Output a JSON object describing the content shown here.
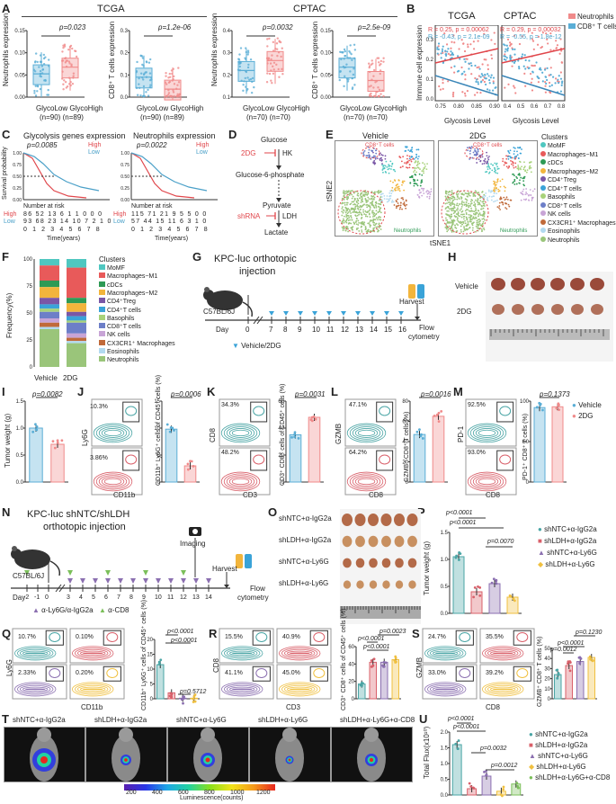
{
  "panels": {
    "A": "A",
    "B": "B",
    "C": "C",
    "D": "D",
    "E": "E",
    "F": "F",
    "G": "G",
    "H": "H",
    "I": "I",
    "J": "J",
    "K": "K",
    "L": "L",
    "M": "M",
    "N": "N",
    "O": "O",
    "P": "P",
    "Q": "Q",
    "R": "R",
    "S": "S",
    "T": "T",
    "U": "U"
  },
  "colors": {
    "glyco_low": "#5aaed6",
    "glyco_high": "#f08a8a",
    "vehicle": "#5aaed6",
    "tdg": "#f08a8a",
    "shNTC_IgG2a": "#4aa5a5",
    "shLDH_IgG2a": "#d9606a",
    "shNTC_Ly6G": "#8b6fb0",
    "shLDH_Ly6G": "#f0c040",
    "shLDH_Ly6G_CD8": "#7bbf5a"
  },
  "A": {
    "tcga": "TCGA",
    "cptac": "CPTAC",
    "ylab_neu": "Neutrophils expression",
    "ylab_cd8": "CD8⁺ T cells expression",
    "xlab1": "GlycoLow",
    "xlab2": "GlycoHigh",
    "n1": "(n=90)",
    "n2": "(n=89)",
    "n3": "(n=70)",
    "n4": "(n=70)",
    "p1": "p=0.023",
    "p2": "p=1.2e-06",
    "p3": "p=0.0032",
    "p4": "p=2.5e-09",
    "yt_a": [
      "0.00",
      "0.05",
      "0.10",
      "0.15"
    ],
    "yt_b": [
      "0.0",
      "0.1",
      "0.2",
      "0.3"
    ],
    "yt_c": [
      "0.1",
      "0.2",
      "0.3",
      "0.4"
    ],
    "yt_d": [
      "0.00",
      "0.05",
      "0.10",
      "0.15"
    ]
  },
  "B": {
    "tcga": "TCGA",
    "cptac": "CPTAC",
    "ylab": "Immune cell expression",
    "xlab": "Glycosis Level",
    "r_t_neu": "R = 0.25, p = 0.00062",
    "r_t_cd8": "R = -0.43, p = 2.1e-09",
    "r_c_neu": "R = 0.29, p = 0.00032",
    "r_c_cd8": "R = -0.55, p = 1.8e-12",
    "leg_neu": "Neutrophils",
    "leg_cd8": "CD8⁺ T cells",
    "xt_t": [
      "0.75",
      "0.80",
      "0.85",
      "0.90"
    ],
    "xt_c": [
      "0.4",
      "0.5",
      "0.6",
      "0.7",
      "0.8"
    ],
    "yt": [
      "0.0",
      "0.1",
      "0.2",
      "0.3"
    ]
  },
  "C": {
    "title1": "Glycolysis genes expression",
    "title2": "Neutrophils expression",
    "p1": "p=0.0085",
    "p2": "p=0.0022",
    "high": "High",
    "low": "Low",
    "ylab": "Survival probability",
    "risk": "Number at risk",
    "xlab": "Time(years)",
    "high_risk1": "86 52 13 6 1 1 0 0 0",
    "low_risk1": "93 68 23 14 10 7 2 1 0",
    "high_risk2": "115 71 21 9 5 5 0 0",
    "low_risk2": "57 44 15 11 6 3 1 0",
    "xt": [
      "0",
      "1",
      "2",
      "3",
      "4",
      "5",
      "6",
      "7",
      "8"
    ],
    "yt": [
      "0.00",
      "0.25",
      "0.50",
      "0.75",
      "1.00"
    ]
  },
  "D": {
    "glucose": "Glucose",
    "dg": "2DG",
    "hk": "HK",
    "g6p": "Glucose-6-phosphate",
    "pyr": "Pyruvate",
    "sh": "shRNA",
    "ldh": "LDH",
    "lac": "Lactate"
  },
  "E": {
    "vehicle": "Vehicle",
    "tdg": "2DG",
    "cd8": "CD8⁺T cells",
    "neu": "Neutrophils",
    "tsne1": "tSNE1",
    "tsne2": "tSNE2",
    "clusters_title": "Clusters",
    "clusters": [
      "MoMF",
      "Macrophages−M1",
      "cDCs",
      "Macrophages−M2",
      "CD4⁺Treg",
      "CD4⁺T cells",
      "Basophils",
      "CD8⁺T cells",
      "NK cells",
      "CX3CR1⁺ Macrophages",
      "Eosinophils",
      "Neutrophils"
    ],
    "cluster_colors": [
      "#4fc7c0",
      "#e85a5a",
      "#2e9a55",
      "#f2b53c",
      "#7a57a6",
      "#3aa3d8",
      "#a8d27a",
      "#6d7fc8",
      "#c8a4d6",
      "#c06a3a",
      "#b2daf0",
      "#9ac57a"
    ]
  },
  "F": {
    "ylab": "Frequency(%)",
    "x1": "Vehicle",
    "x2": "2DG",
    "yt": [
      "0",
      "25",
      "50",
      "75",
      "100"
    ]
  },
  "G": {
    "title1": "KPC-luc orthotopic",
    "title2": "injection",
    "mouse": "C57BL/6J",
    "harvest": "Harvest",
    "flow1": "Flow",
    "flow2": "cytometry",
    "day": "Day",
    "legend": "Vehicle/2DG",
    "days": [
      "0",
      "7",
      "8",
      "9",
      "10",
      "11",
      "12",
      "13",
      "14",
      "15",
      "16"
    ]
  },
  "H": {
    "vehicle": "Vehicle",
    "tdg": "2DG"
  },
  "I": {
    "ylab": "Tumor weight (g)",
    "p": "p=0.0082",
    "yt": [
      "0.0",
      "0.5",
      "1.0",
      "1.5"
    ]
  },
  "J": {
    "ylab": "Ly6G",
    "xlab": "CD11b",
    "pct1": "10.3%",
    "pct2": "3.86%",
    "p": "p=0.0006",
    "bar_ylab": "CD11b⁺ Ly6G⁺ cells of CD45⁺ cells (%)",
    "yt": [
      "0",
      "5",
      "10",
      "15"
    ]
  },
  "K": {
    "ylab": "CD8",
    "xlab": "CD3",
    "pct1": "34.3%",
    "pct2": "48.2%",
    "p": "p=0.0031",
    "bar_ylab": "CD3⁺ CD8⁺ cells of CD45⁺ cells (%)",
    "yt": [
      "0",
      "20",
      "40",
      "60"
    ]
  },
  "L": {
    "ylab": "GZMB",
    "xlab": "CD8",
    "pct1": "47.1%",
    "pct2": "64.2%",
    "p": "p=0.0016",
    "bar_ylab": "GZMB⁺ CD8⁺ T cells (%)",
    "yt": [
      "0",
      "20",
      "40",
      "60",
      "80"
    ]
  },
  "M": {
    "ylab": "PD-1",
    "xlab": "CD8",
    "pct1": "92.5%",
    "pct2": "93.0%",
    "p": "p=0.1373",
    "bar_ylab": "PD-1⁺ CD8⁺ T cells (%)",
    "yt": [
      "0",
      "50",
      "100"
    ],
    "leg1": "Vehicle",
    "leg2": "2DG"
  },
  "N": {
    "title1": "KPC-luc shNTC/shLDH",
    "title2": "orthotopic injection",
    "imaging": "Imaging",
    "mouse": "C57BL/6J",
    "harvest": "Harvest",
    "flow1": "Flow",
    "flow2": "cytometry",
    "day": "Day",
    "days": [
      "-2",
      "-1",
      "0",
      "3",
      "4",
      "5",
      "6",
      "7",
      "8",
      "9",
      "10",
      "11",
      "12",
      "13",
      "14"
    ],
    "leg1": "α-Ly6G/α-IgG2a",
    "leg2": "α-CD8"
  },
  "O": {
    "rows": [
      "shNTC+α-IgG2a",
      "shLDH+α-IgG2a",
      "shNTC+α-Ly6G",
      "shLDH+α-Ly6G"
    ]
  },
  "P": {
    "ylab": "Tumor weight (g)",
    "p1": "p<0.0001",
    "p2": "p<0.0001",
    "p3": "p=0.0070",
    "yt": [
      "0.0",
      "0.5",
      "1.0",
      "1.5"
    ],
    "legend": [
      "shNTC+α-IgG2a",
      "shLDH+α-IgG2a",
      "shNTC+α-Ly6G",
      "shLDH+α-Ly6G"
    ]
  },
  "Q": {
    "ylab": "Ly6G",
    "xlab": "CD11b",
    "pcts": [
      "10.7%",
      "0.10%",
      "2.33%",
      "0.20%"
    ],
    "p1": "p<0.0001",
    "p2": "p<0.0001",
    "p3": "p=0.5712",
    "bar_ylab": "CD11b⁺ Ly6G⁺ cells of CD45⁺ cells (%)",
    "yt": [
      "0",
      "5",
      "10",
      "15",
      "20"
    ]
  },
  "R": {
    "ylab": "CD8",
    "xlab": "CD3",
    "pcts": [
      "15.5%",
      "40.9%",
      "41.1%",
      "45.0%"
    ],
    "p1": "p<0.0001",
    "p2": "p<0.0001",
    "p3": "p=0.0023",
    "bar_ylab": "CD3⁺ CD8⁺ cells of CD45⁺ cells (%)",
    "yt": [
      "0",
      "20",
      "40",
      "60"
    ]
  },
  "S": {
    "ylab": "GZMB",
    "xlab": "CD8",
    "pcts": [
      "24.7%",
      "35.5%",
      "33.0%",
      "39.2%"
    ],
    "p1": "p=0.0012",
    "p2": "p<0.0001",
    "p3": "p=0.1230",
    "bar_ylab": "GZMB⁺ CD8⁺ T cells (%)",
    "yt": [
      "0",
      "10",
      "20",
      "30",
      "40",
      "50"
    ]
  },
  "T": {
    "labels": [
      "shNTC+α-IgG2a",
      "shLDH+α-IgG2a",
      "shNTC+α-Ly6G",
      "shLDH+α-Ly6G",
      "shLDH+α-Ly6G+α-CD8"
    ],
    "scale": [
      "200",
      "400",
      "600",
      "800",
      "1000",
      "1200"
    ],
    "scale_label": "Luminescence(counts)"
  },
  "U": {
    "ylab": "Total Flux(x10¹⁰)",
    "p1": "p<0.0001",
    "p2": "p<0.0001",
    "p3": "p=0.0032",
    "p4": "p=0.0012",
    "yt": [
      "0.0",
      "0.5",
      "1.0",
      "1.5",
      "2.0"
    ],
    "legend": [
      "shNTC+α-IgG2a",
      "shLDH+α-IgG2a",
      "shNTC+α-Ly6G",
      "shLDH+α-Ly6G",
      "shLDH+α-Ly6G+α-CD8"
    ]
  },
  "chart_data": [
    {
      "type": "box",
      "panel": "A-TCGA-neutrophils",
      "categories": [
        "GlycoLow",
        "GlycoHigh"
      ],
      "values": [
        0.055,
        0.07
      ],
      "p": "0.023"
    },
    {
      "type": "box",
      "panel": "A-TCGA-CD8",
      "categories": [
        "GlycoLow",
        "GlycoHigh"
      ],
      "values": [
        0.05,
        0.02
      ],
      "p": "1.2e-06"
    },
    {
      "type": "box",
      "panel": "A-CPTAC-neutrophils",
      "categories": [
        "GlycoLow",
        "GlycoHigh"
      ],
      "values": [
        0.22,
        0.28
      ],
      "p": "0.0032"
    },
    {
      "type": "box",
      "panel": "A-CPTAC-CD8",
      "categories": [
        "GlycoLow",
        "GlycoHigh"
      ],
      "values": [
        0.08,
        0.045
      ],
      "p": "2.5e-09"
    },
    {
      "type": "bar",
      "panel": "F",
      "categories": [
        "Vehicle",
        "2DG"
      ],
      "series": [
        {
          "name": "Neutrophils",
          "values": [
            40,
            22
          ]
        },
        {
          "name": "Macrophages−M1",
          "values": [
            18,
            30
          ]
        },
        {
          "name": "CD8⁺T cells",
          "values": [
            8,
            14
          ]
        }
      ]
    },
    {
      "type": "bar",
      "panel": "I",
      "categories": [
        "Vehicle",
        "2DG"
      ],
      "values": [
        1.0,
        0.7
      ]
    },
    {
      "type": "bar",
      "panel": "J",
      "categories": [
        "Vehicle",
        "2DG"
      ],
      "values": [
        9.8,
        3.0
      ]
    },
    {
      "type": "bar",
      "panel": "K",
      "categories": [
        "Vehicle",
        "2DG"
      ],
      "values": [
        35,
        48
      ]
    },
    {
      "type": "bar",
      "panel": "L",
      "categories": [
        "Vehicle",
        "2DG"
      ],
      "values": [
        47,
        65
      ]
    },
    {
      "type": "bar",
      "panel": "M",
      "categories": [
        "Vehicle",
        "2DG"
      ],
      "values": [
        92,
        93
      ]
    },
    {
      "type": "bar",
      "panel": "P",
      "categories": [
        "shNTC+α-IgG2a",
        "shLDH+α-IgG2a",
        "shNTC+α-Ly6G",
        "shLDH+α-Ly6G"
      ],
      "values": [
        1.05,
        0.4,
        0.55,
        0.3
      ]
    },
    {
      "type": "bar",
      "panel": "Q",
      "categories": [
        "shNTC+α-IgG2a",
        "shLDH+α-IgG2a",
        "shNTC+α-Ly6G",
        "shLDH+α-Ly6G"
      ],
      "values": [
        11.5,
        2.0,
        0.2,
        0.2
      ]
    },
    {
      "type": "bar",
      "panel": "R",
      "categories": [
        "shNTC+α-IgG2a",
        "shLDH+α-IgG2a",
        "shNTC+α-Ly6G",
        "shLDH+α-Ly6G"
      ],
      "values": [
        17,
        42,
        42,
        45
      ]
    },
    {
      "type": "bar",
      "panel": "S",
      "categories": [
        "shNTC+α-IgG2a",
        "shLDH+α-IgG2a",
        "shNTC+α-Ly6G",
        "shLDH+α-Ly6G"
      ],
      "values": [
        24,
        33,
        37,
        41
      ]
    },
    {
      "type": "bar",
      "panel": "U",
      "categories": [
        "shNTC+α-IgG2a",
        "shLDH+α-IgG2a",
        "shNTC+α-Ly6G",
        "shLDH+α-Ly6G",
        "shLDH+α-Ly6G+α-CD8"
      ],
      "values": [
        1.6,
        0.2,
        0.6,
        0.12,
        0.35
      ]
    }
  ]
}
